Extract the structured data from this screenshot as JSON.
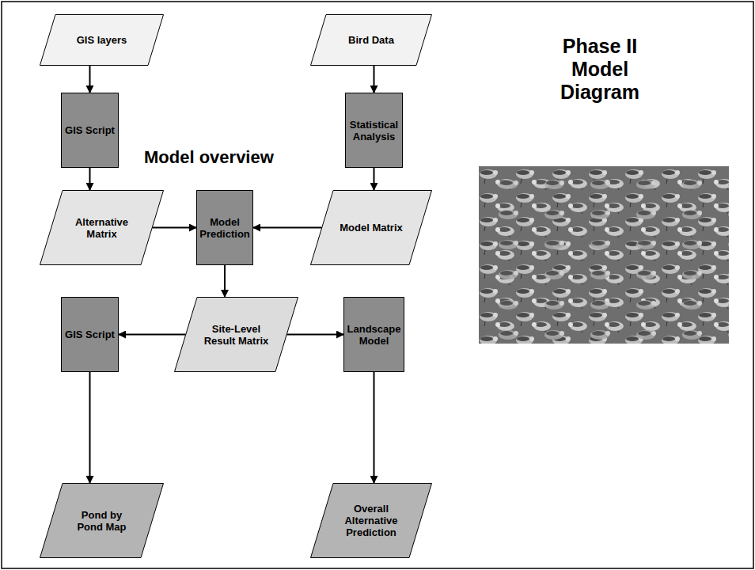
{
  "diagram": {
    "title": "Phase II Model Diagram",
    "nodes": [
      {
        "text": [
          "GIS layers"
        ]
      },
      {
        "text": [
          "Bird Data"
        ]
      },
      {
        "text": [
          "GIS Script"
        ]
      },
      {
        "text": [
          "Statistical Analysis"
        ]
      },
      {
        "text": [
          "Alternative Matrix"
        ]
      },
      {
        "text": [
          "Model Prediction"
        ]
      },
      {
        "text": [
          "Model Matrix"
        ]
      },
      {
        "text": [
          "GIS Script"
        ]
      },
      {
        "text": [
          "Site-Level Result Matrix"
        ]
      },
      {
        "text": [
          "Landscape Model"
        ]
      },
      {
        "text": [
          "Pond by Pond Map"
        ]
      },
      {
        "text": [
          "Overall Alternative Prediction"
        ]
      }
    ],
    "edges": [
      {
        "from": 0,
        "to": 2,
        "arrow": "to"
      },
      {
        "from": 1,
        "to": 3,
        "arrow": "to"
      },
      {
        "from": 2,
        "to": 4,
        "arrow": "to"
      },
      {
        "from": 3,
        "to": 6,
        "arrow": "to"
      },
      {
        "from": 4,
        "to": 5,
        "arrow": "to"
      },
      {
        "from": 6,
        "to": 5,
        "arrow": "to"
      },
      {
        "from": 5,
        "to": 8,
        "arrow": "to"
      },
      {
        "from": 8,
        "to": 7,
        "arrow": "to"
      },
      {
        "from": 8,
        "to": 9,
        "arrow": "to"
      },
      {
        "from": 7,
        "to": 10,
        "arrow": "to"
      },
      {
        "from": 9,
        "to": 11,
        "arrow": "to"
      }
    ],
    "labels": [
      "Model overview"
    ]
  }
}
